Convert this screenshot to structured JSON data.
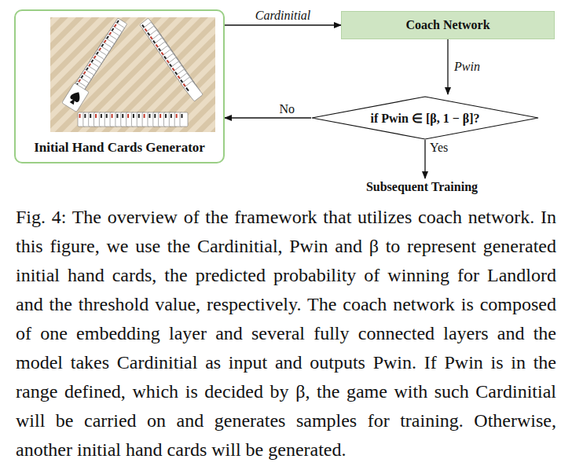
{
  "diagram": {
    "caption": "Fig. 4: The overview of the framework that utilizes coach network. In this figure, we use the Cardinitial, Pwin and β to represent generated initial hand cards, the predicted probability of winning for Landlord and the threshold value, respectively. The coach network is composed of one embedding layer and several fully connected layers and the model takes Cardinitial as input and outputs Pwin. If Pwin is in the range defined, which is decided by β, the game with such Cardinitial will be carried on and generates samples for training. Otherwise, another initial hand cards will be generated.",
    "nodes": [
      {
        "text": [
          "Initial Hand Cards Generator"
        ]
      },
      {
        "text": [
          "Coach Network"
        ]
      },
      {
        "text": [
          "if Pwin ∈ [β, 1 − β]?"
        ]
      },
      {
        "text": [
          "Subsequent Training"
        ]
      }
    ],
    "edges": [
      {
        "from": 0,
        "to": 1,
        "label": "Cardinitial",
        "arrow": "to"
      },
      {
        "from": 1,
        "to": 2,
        "label": "Pwin",
        "arrow": "to"
      },
      {
        "from": 2,
        "to": 0,
        "label": "No",
        "arrow": "to"
      },
      {
        "from": 2,
        "to": 3,
        "label": "Yes",
        "arrow": "to"
      }
    ]
  }
}
